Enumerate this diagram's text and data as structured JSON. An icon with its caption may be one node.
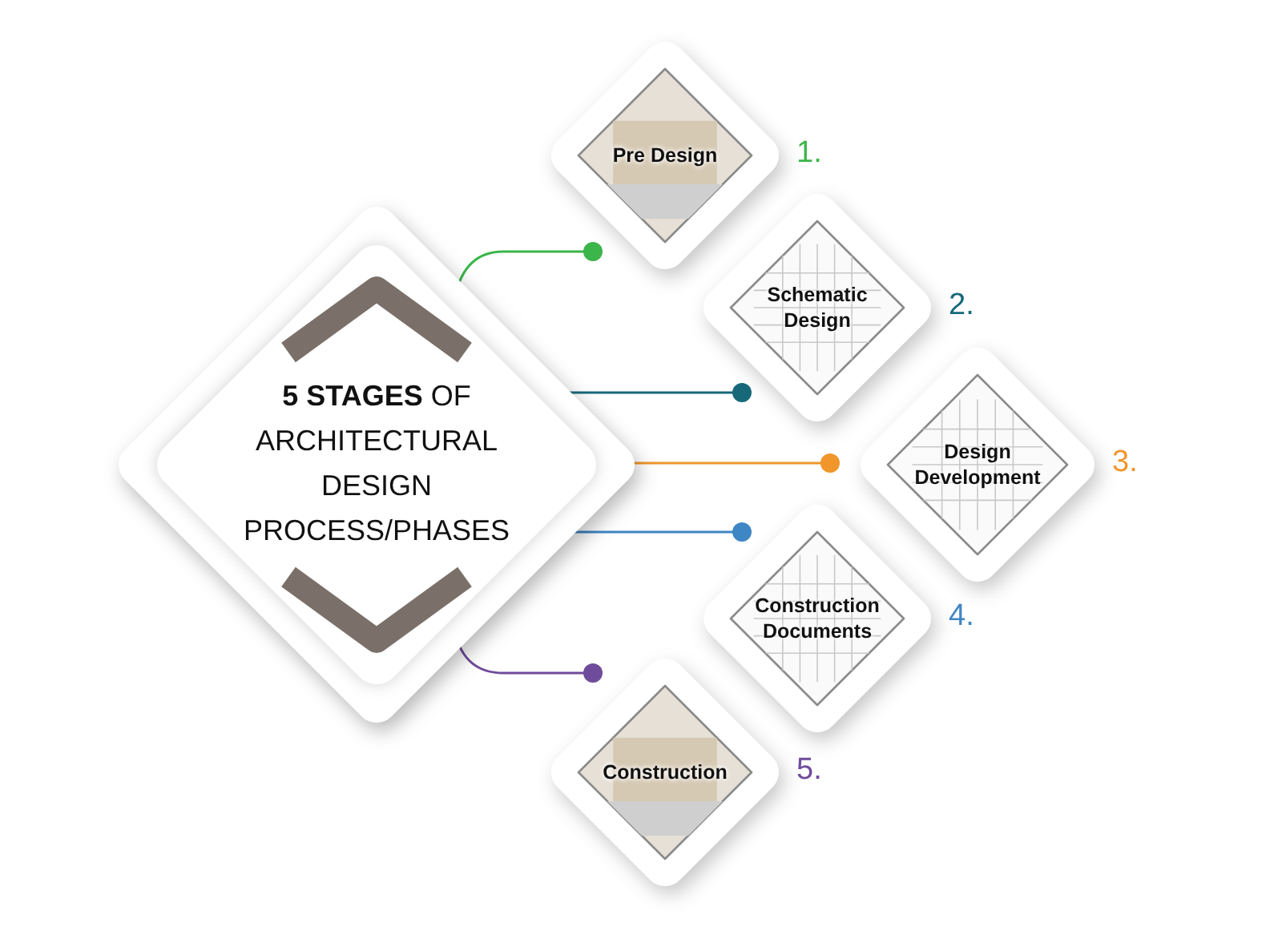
{
  "diagram": {
    "nodes": [
      {
        "text": [
          "**5 STAGES** OF ARCHITECTURAL DESIGN PROCESS/PHASES"
        ]
      },
      {
        "text": [
          "Pre Design"
        ],
        "beside": [
          "1."
        ]
      },
      {
        "text": [
          "Schematic Design"
        ],
        "beside": [
          "2."
        ]
      },
      {
        "text": [
          "Design Development"
        ],
        "beside": [
          "3."
        ]
      },
      {
        "text": [
          "Construction Documents"
        ],
        "beside": [
          "4."
        ]
      },
      {
        "text": [
          "Construction"
        ],
        "beside": [
          "5."
        ]
      }
    ],
    "edges": [
      {
        "from": 0,
        "to": 1,
        "arrow": "other",
        "color": "#3cb54a"
      },
      {
        "from": 0,
        "to": 2,
        "arrow": "other",
        "color": "#17697a"
      },
      {
        "from": 0,
        "to": 3,
        "arrow": "other",
        "color": "#f0962a"
      },
      {
        "from": 0,
        "to": 4,
        "arrow": "other",
        "color": "#3f86c4"
      },
      {
        "from": 0,
        "to": 5,
        "arrow": "other",
        "color": "#6f4c9b"
      }
    ]
  }
}
